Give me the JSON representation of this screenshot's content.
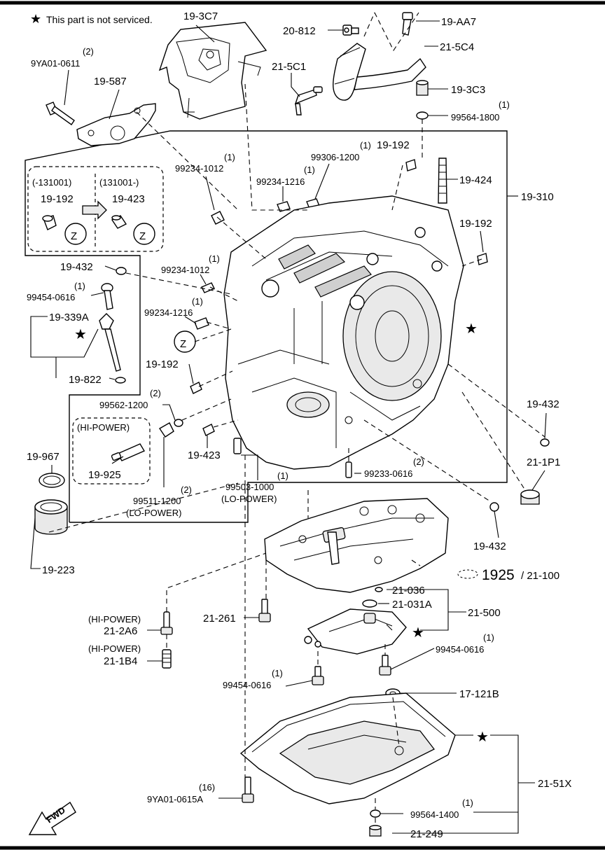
{
  "legend": {
    "star_symbol": "★",
    "note": "This part is not serviced."
  },
  "labels": {
    "p_19_3C7": "19-3C7",
    "p_20_812": "20-812",
    "p_19_AA7": "19-AA7",
    "p_21_5C4": "21-5C4",
    "p_21_5C1": "21-5C1",
    "p_19_3C3": "19-3C3",
    "p_99564_1800_qty": "(1)",
    "p_99564_1800": "99564-1800",
    "p_9YA01_0611_qty": "(2)",
    "p_9YA01_0611": "9YA01-0611",
    "p_19_587": "19-587",
    "p_99234_1012a_qty": "(1)",
    "p_99234_1012a": "99234-1012",
    "p_99306_1200_qty": "(1)",
    "p_99306_1200": "99306-1200",
    "p_19_192_top": "19-192",
    "p_99234_1216a_qty": "(1)",
    "p_99234_1216a": "99234-1216",
    "p_19_424": "19-424",
    "p_19_310": "19-310",
    "p_19_192_right": "19-192",
    "box_left_range": "(-131001)",
    "box_right_range": "(131001-)",
    "box_19_192": "19-192",
    "box_19_423": "19-423",
    "z_mark": "Z",
    "p_19_432_top": "19-432",
    "p_99454_0616_top_qty": "(1)",
    "p_99454_0616_top": "99454-0616",
    "p_99234_1012b_qty": "(1)",
    "p_99234_1012b": "99234-1012",
    "p_19_339A": "19-339A",
    "p_99234_1216b_qty": "(1)",
    "p_99234_1216b": "99234-1216",
    "p_19_192_mid": "19-192",
    "p_19_822": "19-822",
    "p_99562_1200_qty": "(2)",
    "p_99562_1200": "99562-1200",
    "hi_power": "(HI-POWER)",
    "p_19_925": "19-925",
    "p_19_423": "19-423",
    "p_99503_1000_qty": "(1)",
    "p_99503_1000": "99503-1000",
    "lo_power_a": "(LO-POWER)",
    "p_99233_0616_qty": "(2)",
    "p_99233_0616": "99233-0616",
    "p_99511_1200_qty": "(2)",
    "p_99511_1200": "99511-1200",
    "lo_power_b": "(LO-POWER)",
    "p_19_967": "19-967",
    "p_19_223": "19-223",
    "p_19_432_right": "19-432",
    "p_21_1P1": "21-1P1",
    "p_19_432_lower": "19-432",
    "p_1925": "1925",
    "p_21_100": "/ 21-100",
    "p_21_036": "21-036",
    "p_21_031A": "21-031A",
    "p_21_500": "21-500",
    "p_21_261": "21-261",
    "hi_power_2A6": "(HI-POWER)",
    "p_21_2A6": "21-2A6",
    "hi_power_1B4": "(HI-POWER)",
    "p_21_1B4": "21-1B4",
    "p_99454_0616_right_qty": "(1)",
    "p_99454_0616_right": "99454-0616",
    "p_99454_0616_left_qty": "(1)",
    "p_99454_0616_left": "99454-0616",
    "p_17_121B": "17-121B",
    "p_21_51X": "21-51X",
    "p_9YA01_0615A_qty": "(16)",
    "p_9YA01_0615A": "9YA01-0615A",
    "p_99564_1400_qty": "(1)",
    "p_99564_1400": "99564-1400",
    "p_21_249": "21-249",
    "fwd": "FWD"
  }
}
